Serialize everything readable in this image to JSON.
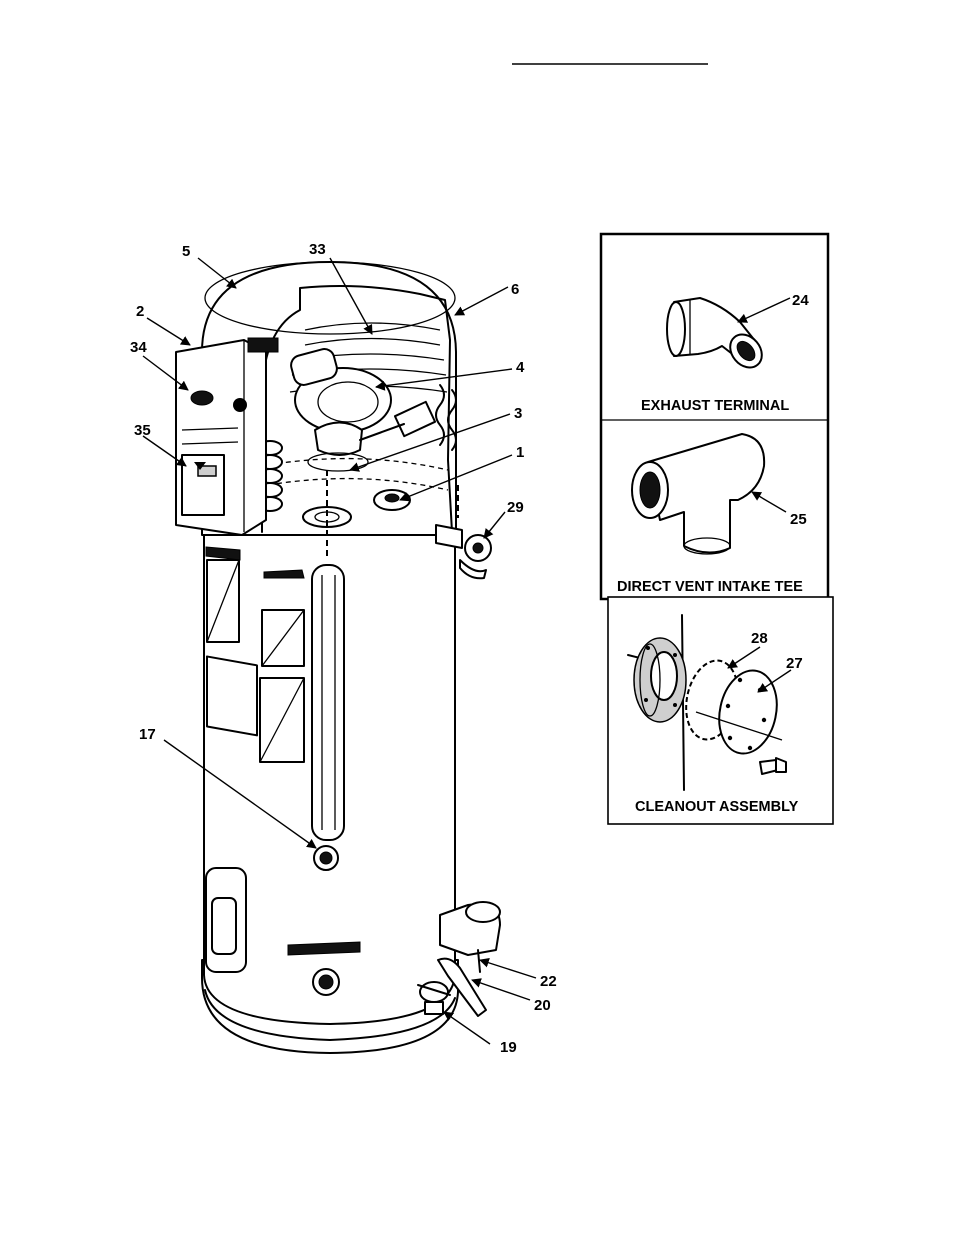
{
  "callouts": {
    "c1": "1",
    "c2": "2",
    "c3": "3",
    "c4": "4",
    "c5": "5",
    "c6": "6",
    "c17": "17",
    "c19": "19",
    "c20": "20",
    "c22": "22",
    "c24": "24",
    "c25": "25",
    "c27": "27",
    "c28": "28",
    "c29": "29",
    "c33": "33",
    "c34": "34",
    "c35": "35"
  },
  "panels": {
    "exhaust_terminal": "EXHAUST TERMINAL",
    "direct_vent_intake_tee": "DIRECT VENT INTAKE TEE",
    "cleanout_assembly": "CLEANOUT ASSEMBLY"
  }
}
